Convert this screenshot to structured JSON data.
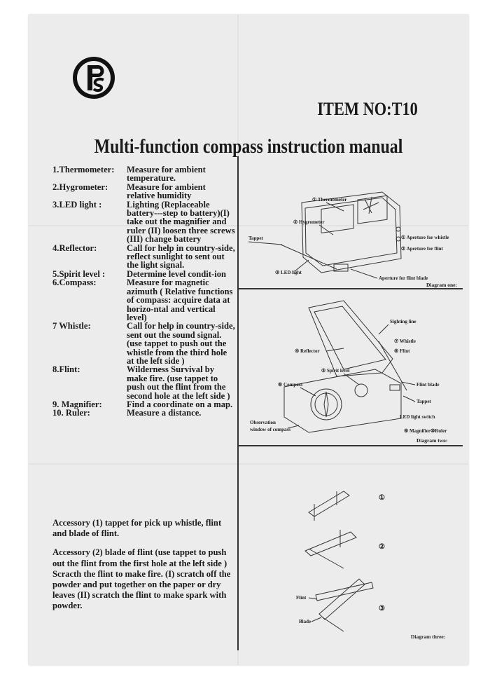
{
  "header": {
    "item_no": "ITEM NO:T10",
    "title": "Multi-function compass instruction manual"
  },
  "features": [
    {
      "label": "1.Thermometer:",
      "desc": "Measure for ambient temperature."
    },
    {
      "label": "2.Hygrometer:",
      "desc": "Measure for ambient relative humidity"
    },
    {
      "label": "3.LED light :",
      "desc": "Lighting (Replaceable battery---step to battery)(I) take out the magnifier and ruler (II) loosen three screws (III) change battery"
    },
    {
      "label": "4.Reflector:",
      "desc": "Call for help in country-side, reflect sunlight to sent out the light signal."
    },
    {
      "label": "5.Spirit level :",
      "desc": "Determine level condit-ion"
    },
    {
      "label": "6.Compass:",
      "desc": "Measure for magnetic azimuth  ( Relative functions of compass: acquire data at horizo-ntal and vertical level)"
    },
    {
      "label": "7 Whistle:",
      "desc": "Call for help in country-side, sent out the sound signal.(use tappet to push out the whistle from the third hole at the left side )"
    },
    {
      "label": "8.Flint:",
      "desc": "Wilderness Survival by make fire. (use tappet to push out the flint from the second hole at the left side )"
    },
    {
      "label": "9. Magnifier:",
      "desc": "Find a coordinate on a map."
    },
    {
      "label": "10. Ruler:",
      "desc": "Measure a distance."
    }
  ],
  "accessories": [
    "Accessory (1) tappet for pick up whistle, flint and blade of flint.",
    "Accessory (2) blade of flint (use tappet to push out the flint from the first hole at the left side ) Scracth the flint to make fire. (I) scratch off the powder and put together on the paper or dry leaves (II) scratch the flint to make spark with powder."
  ],
  "diagram_one": {
    "caption": "Diagram one:",
    "labels": {
      "thermometer": "① Thermometer",
      "hygrometer": "② Hygrometer",
      "tappet": "Tappet",
      "led_light": "③ LED light",
      "aperture_whistle": "① Aperture for whistle",
      "aperture_flint": "② Aperture for flint",
      "aperture_blade": "Aperture for flint blade"
    }
  },
  "diagram_two": {
    "caption": "Diagram two:",
    "labels": {
      "sighting_line": "Sighting line",
      "reflector": "④ Reflector",
      "whistle": "⑦ Whistle",
      "flint": "⑧ Flint",
      "spirit_level": "⑤ Spirit level",
      "compass": "⑥ Compass",
      "flint_blade": "Flint blade",
      "tappet": "Tappet",
      "led_switch": "LED light switch",
      "observation_1": "Observation",
      "observation_2": "window of compass",
      "magnifier_ruler": "⑨ Magnifier⑩Ruler"
    }
  },
  "diagram_three": {
    "caption": "Diagram three:",
    "step1": "①",
    "step2": "②",
    "step3": "③",
    "flint": "Flint",
    "blade": "Blade"
  }
}
